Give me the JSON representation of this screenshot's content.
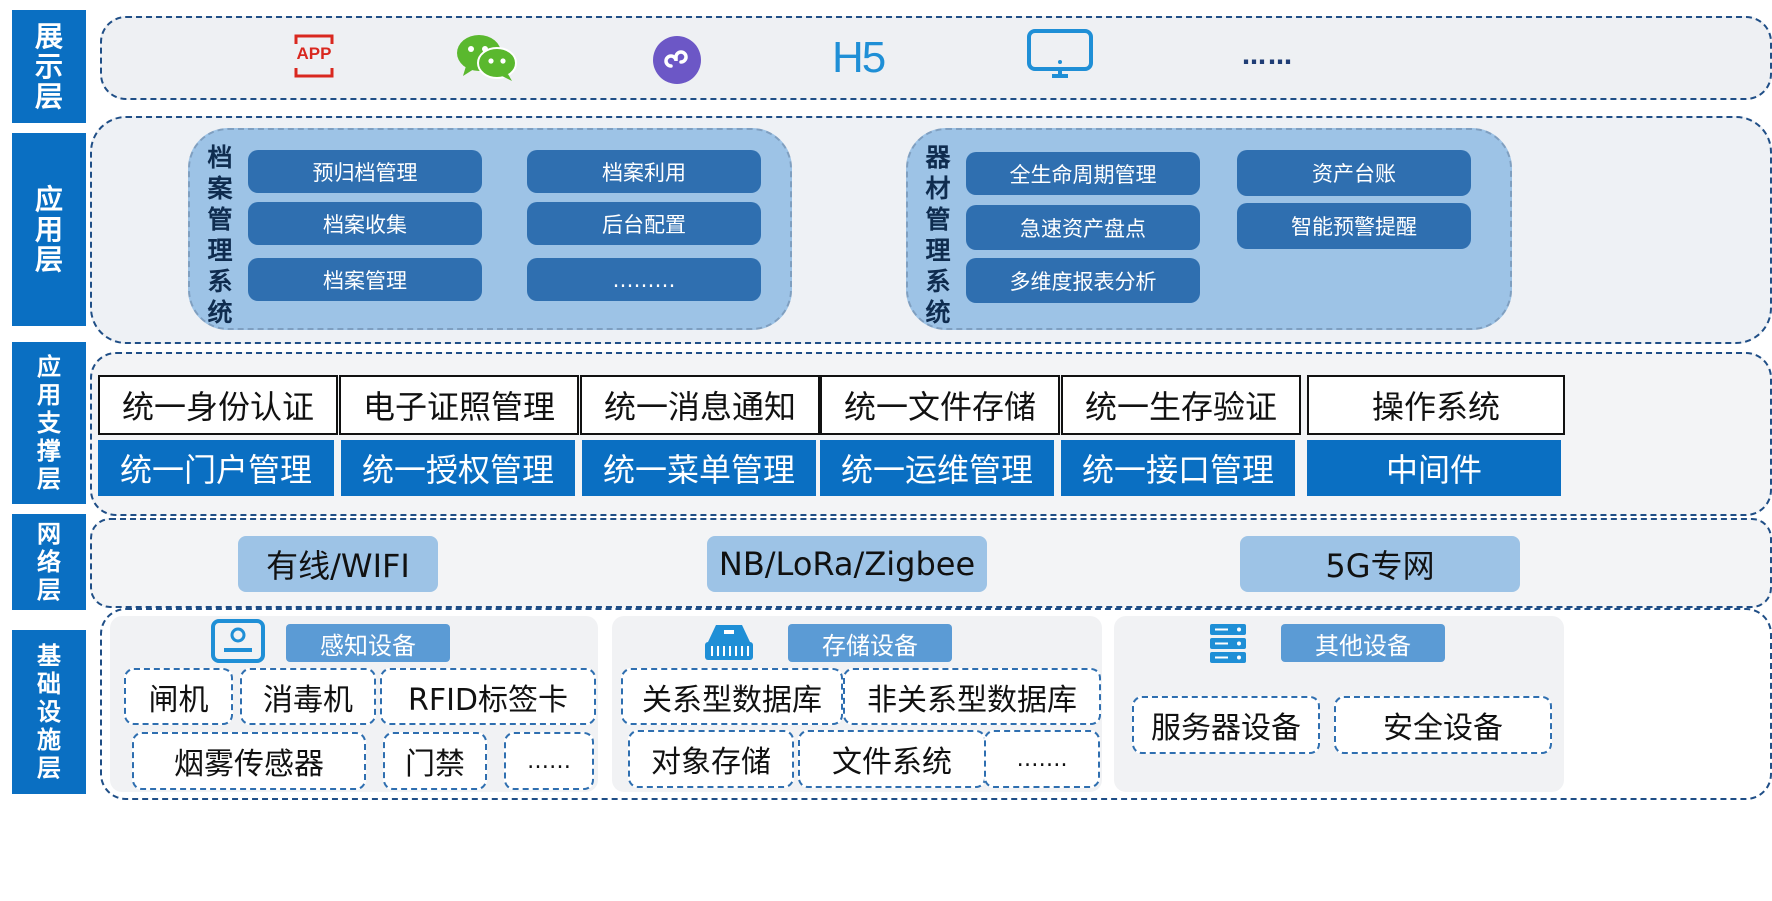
{
  "layers": {
    "display": "展示层",
    "application": "应用层",
    "support": "应用支撑层",
    "network": "网络层",
    "infrastructure": "基础设施层"
  },
  "display": {
    "icons": [
      "app-icon",
      "wechat-icon",
      "mini-program-icon",
      "h5-icon",
      "monitor-icon"
    ],
    "app_text": "APP",
    "h5_text": "H5",
    "more": "……"
  },
  "archive_system": {
    "title": "档案管理系统",
    "items": [
      "预归档管理",
      "档案利用",
      "档案收集",
      "后台配置",
      "档案管理",
      "………"
    ]
  },
  "equipment_system": {
    "title": "器材管理系统",
    "items": [
      "全生命周期管理",
      "资产台账",
      "急速资产盘点",
      "智能预警提醒",
      "多维度报表分析"
    ]
  },
  "support": {
    "row1": [
      "统一身份认证",
      "电子证照管理",
      "统一消息通知",
      "统一文件存储",
      "统一生存验证",
      "操作系统"
    ],
    "row2": [
      "统一门户管理",
      "统一授权管理",
      "统一菜单管理",
      "统一运维管理",
      "统一接口管理",
      "中间件"
    ]
  },
  "network": {
    "items": [
      "有线/WIFI",
      "NB/LoRa/Zigbee",
      "5G专网"
    ]
  },
  "infrastructure": {
    "perception": {
      "tag": "感知设备",
      "items": [
        "闸机",
        "消毒机",
        "RFID标签卡",
        "烟雾传感器",
        "门禁",
        "……"
      ]
    },
    "storage": {
      "tag": "存储设备",
      "items": [
        "关系型数据库",
        "非关系型数据库",
        "对象存储",
        "文件系统",
        "……."
      ]
    },
    "other": {
      "tag": "其他设备",
      "items": [
        "服务器设备",
        "安全设备"
      ]
    }
  },
  "colors": {
    "layer_label": "#0a6fc2",
    "dark_button": "#2f6fb0",
    "light_panel": "#9dc3e6",
    "tag": "#5b9bd5",
    "app_red": "#d9281f",
    "wechat_green": "#5ab82e",
    "mini_program_purple": "#6c57c6",
    "h5_blue": "#1f8fd6"
  }
}
